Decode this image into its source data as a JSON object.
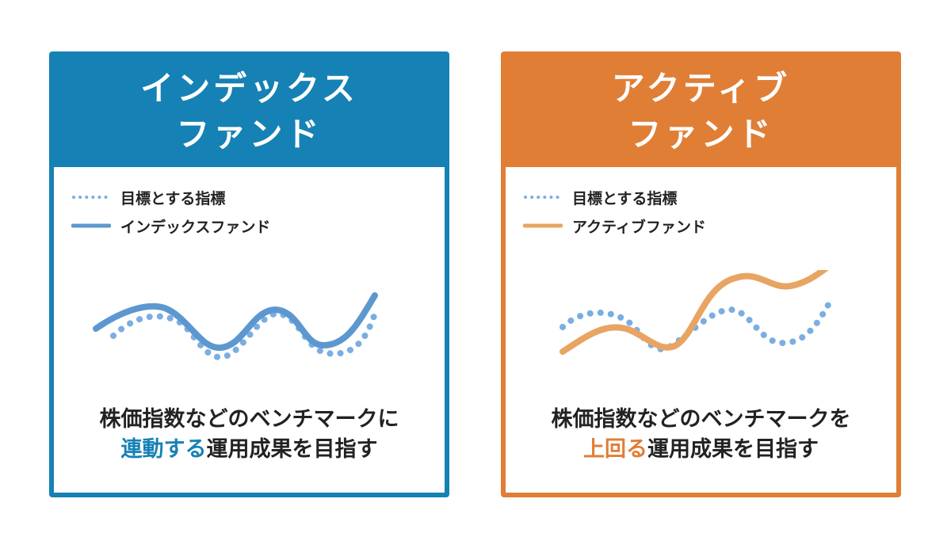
{
  "cards": [
    {
      "title_line1": "インデックス",
      "title_line2": "ファンド",
      "color": "#1681B4",
      "legend_benchmark": "目標とする指標",
      "legend_fund": "インデックスファンド",
      "desc_line1": "株価指数などのベンチマークに",
      "desc_highlight": "連動する",
      "desc_rest": "運用成果を目指す"
    },
    {
      "title_line1": "アクティブ",
      "title_line2": "ファンド",
      "color": "#E07E36",
      "legend_benchmark": "目標とする指標",
      "legend_fund": "アクティブファンド",
      "desc_line1": "株価指数などのベンチマークを",
      "desc_highlight": "上回る",
      "desc_rest": "運用成果を目指す"
    }
  ],
  "benchmark_dot_color": "#7AAEE2",
  "index_line_color": "#5C98CF",
  "active_line_color": "#E8A462"
}
